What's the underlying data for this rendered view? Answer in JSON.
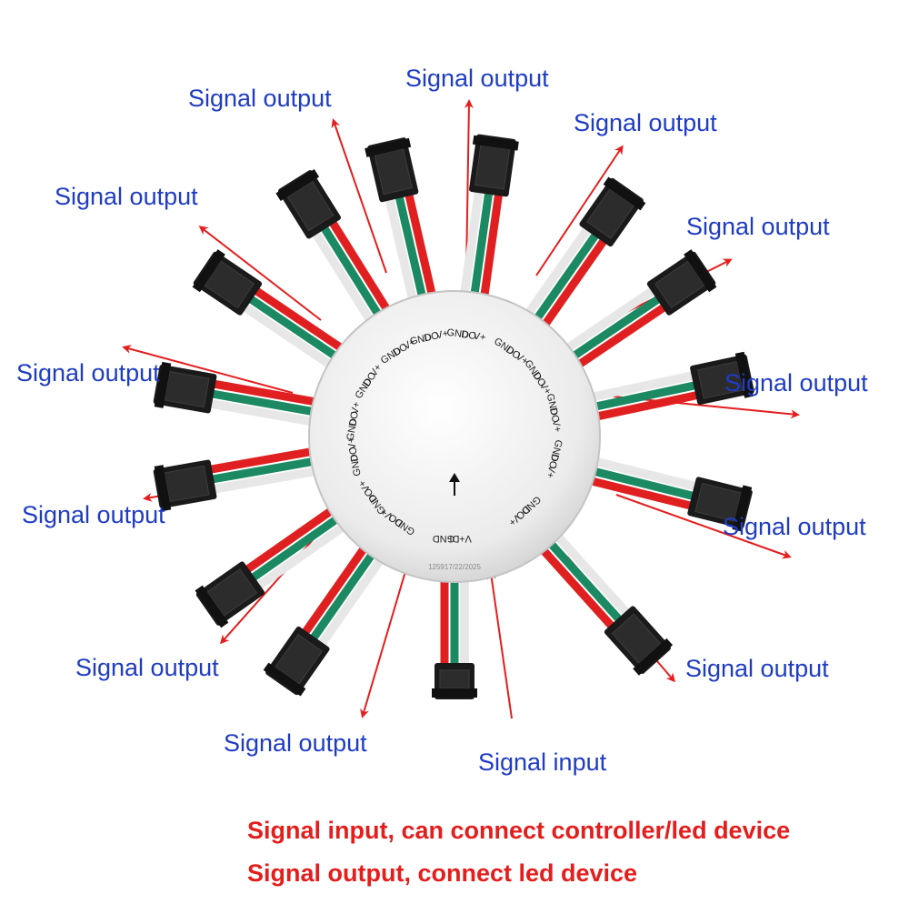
{
  "labels": {
    "output": "Signal output",
    "input": "Signal input"
  },
  "pins": {
    "v_plus": "V+",
    "data_out": "DO",
    "data_in": "DI",
    "ground": "GND"
  },
  "board_marking": "125917/22/2025",
  "notes": [
    "Signal input, can connect controller/led device",
    "Signal output, connect led device"
  ],
  "colors": {
    "label_text": "#1f3cc2",
    "note_text": "#e41d1d",
    "arrow": "#e41d1d",
    "wire_red": "#e02020",
    "wire_green": "#1b8a63",
    "wire_white": "#f4f4f4",
    "connector": "#1a1a1a",
    "board": "#e6e6e6"
  }
}
